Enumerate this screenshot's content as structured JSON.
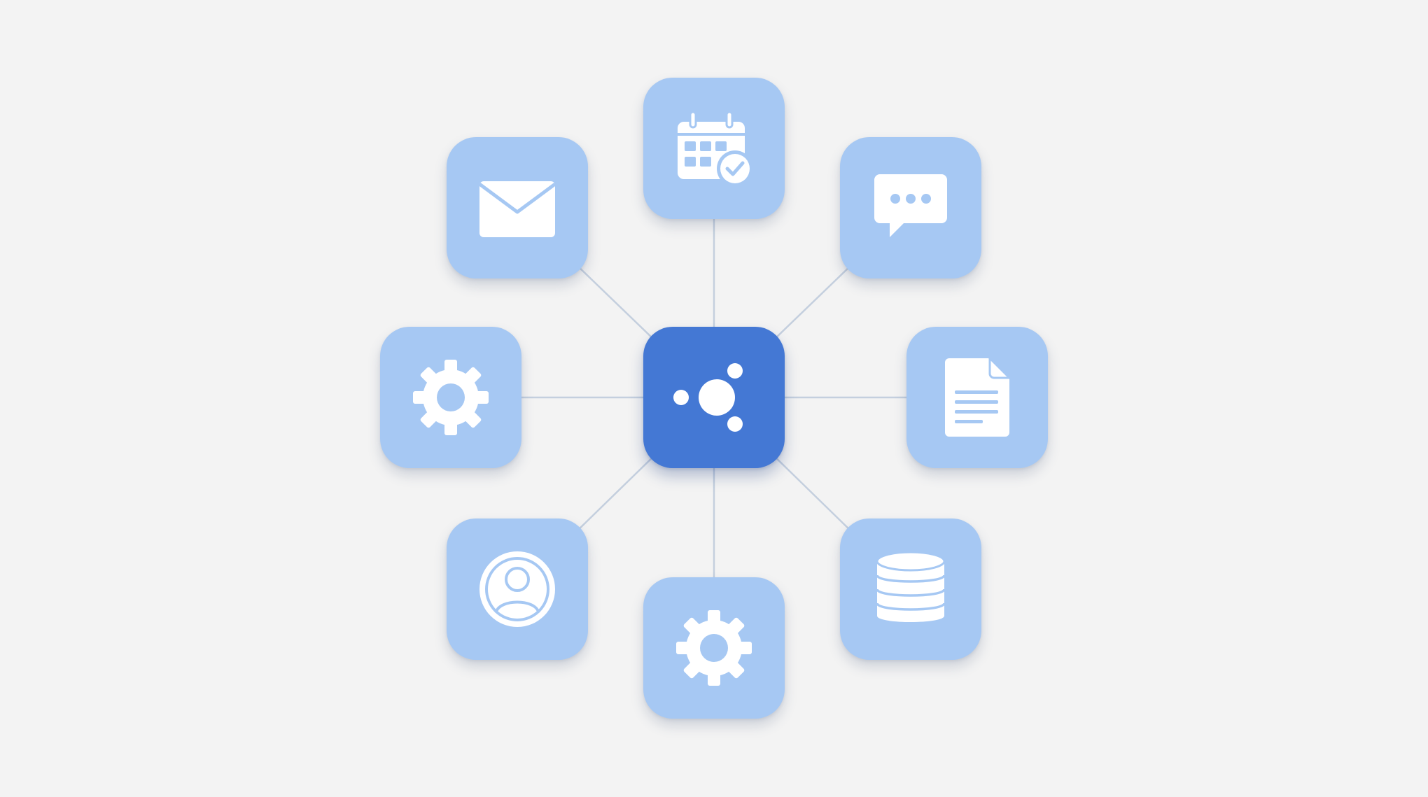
{
  "diagram": {
    "type": "hub-and-spoke",
    "background_color": "#f3f3f3",
    "tile_color": "#a6c8f3",
    "hub_color": "#4478d4",
    "connector_color": "#c4cfde",
    "icon_color": "#ffffff",
    "hub": {
      "icon": "network-nodes-icon"
    },
    "spokes": [
      {
        "icon": "calendar-check-icon",
        "direction": "top"
      },
      {
        "icon": "chat-bubble-icon",
        "direction": "top-right"
      },
      {
        "icon": "document-icon",
        "direction": "right"
      },
      {
        "icon": "database-icon",
        "direction": "bottom-right"
      },
      {
        "icon": "gear-icon",
        "direction": "bottom"
      },
      {
        "icon": "user-avatar-icon",
        "direction": "bottom-left"
      },
      {
        "icon": "gear-icon",
        "direction": "left"
      },
      {
        "icon": "envelope-icon",
        "direction": "top-left"
      }
    ]
  }
}
